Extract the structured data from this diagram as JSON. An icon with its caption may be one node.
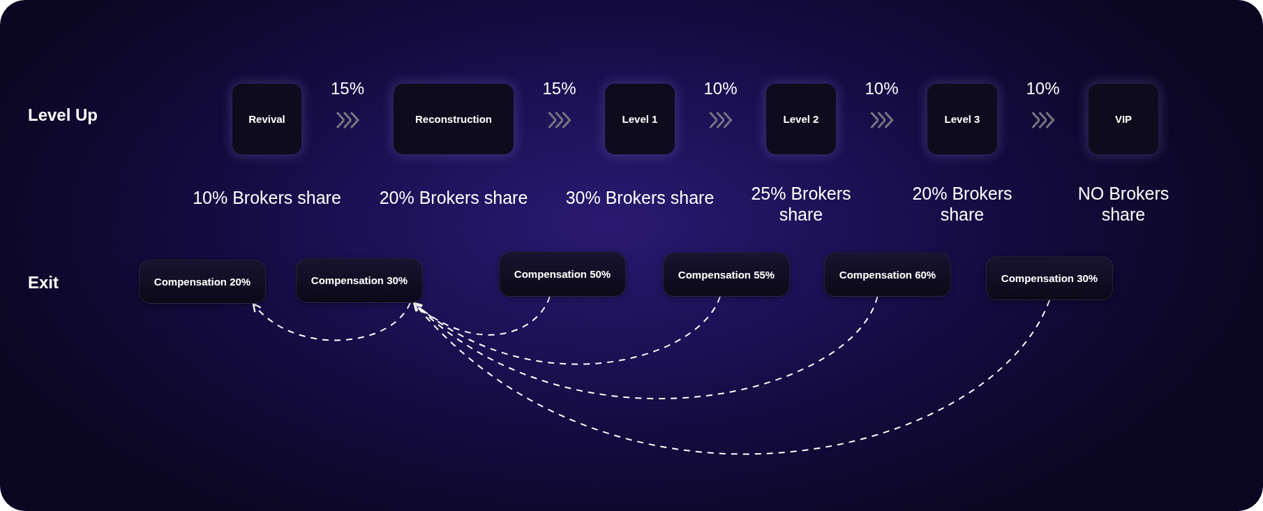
{
  "diagram": {
    "nodes": [
      {
        "text": [
          "Revival"
        ],
        "beside": [
          "10% Brokers share"
        ]
      },
      {
        "text": [
          "Reconstruction"
        ],
        "beside": [
          "20% Brokers share"
        ]
      },
      {
        "text": [
          "Level 1"
        ],
        "beside": [
          "30% Brokers share"
        ]
      },
      {
        "text": [
          "Level 2"
        ],
        "beside": [
          "25% Brokers share"
        ]
      },
      {
        "text": [
          "Level 3"
        ],
        "beside": [
          "20% Brokers share"
        ]
      },
      {
        "text": [
          "VIP"
        ],
        "beside": [
          "NO Brokers share"
        ]
      },
      {
        "text": [
          "Compensation 20%"
        ]
      },
      {
        "text": [
          "Compensation 30%"
        ]
      },
      {
        "text": [
          "Compensation 50%"
        ]
      },
      {
        "text": [
          "Compensation 55%"
        ]
      },
      {
        "text": [
          "Compensation 60%"
        ]
      },
      {
        "text": [
          "Compensation 30%"
        ]
      }
    ],
    "edges": [
      {
        "from": 0,
        "to": 1,
        "arrow": "to",
        "label": "15%",
        "color": "#76727f"
      },
      {
        "from": 1,
        "to": 2,
        "arrow": "to",
        "label": "15%",
        "color": "#76727f"
      },
      {
        "from": 2,
        "to": 3,
        "arrow": "to",
        "label": "10%",
        "color": "#76727f"
      },
      {
        "from": 3,
        "to": 4,
        "arrow": "to",
        "label": "10%",
        "color": "#76727f"
      },
      {
        "from": 4,
        "to": 5,
        "arrow": "to",
        "label": "10%",
        "color": "#76727f"
      },
      {
        "from": 7,
        "to": 6,
        "arrow": "to",
        "style": "dashed",
        "color": "#ffffff"
      },
      {
        "from": 8,
        "to": 7,
        "arrow": "to",
        "style": "dashed",
        "color": "#ffffff"
      },
      {
        "from": 9,
        "to": 7,
        "arrow": "to",
        "style": "dashed",
        "color": "#ffffff"
      },
      {
        "from": 10,
        "to": 7,
        "arrow": "to",
        "style": "dashed",
        "color": "#ffffff"
      },
      {
        "from": 11,
        "to": 7,
        "arrow": "to",
        "style": "dashed",
        "color": "#ffffff"
      }
    ],
    "labels": [
      "Level Up",
      "Exit"
    ]
  }
}
